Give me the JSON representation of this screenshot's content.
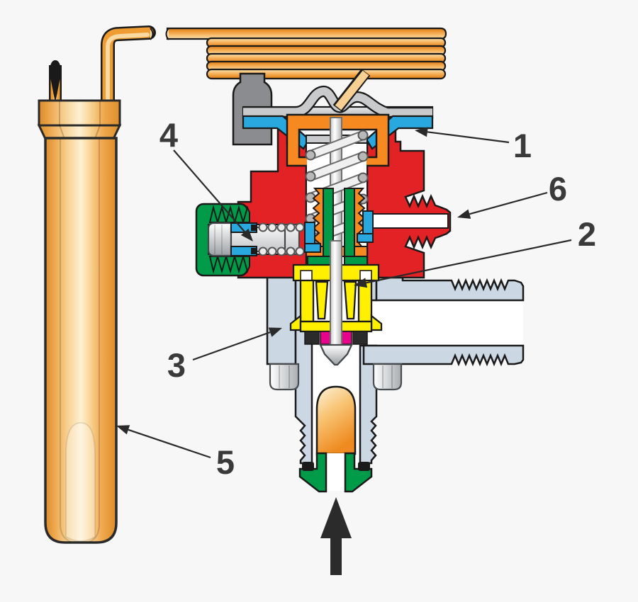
{
  "figure": {
    "kind": "cutaway-technical-illustration",
    "subject": "thermostatic-expansion-valve-cross-section"
  },
  "callouts": [
    {
      "number": "1",
      "target": "diaphragm-chamber-seal"
    },
    {
      "number": "2",
      "target": "valve-cage-orifice"
    },
    {
      "number": "3",
      "target": "lower-valve-body"
    },
    {
      "number": "4",
      "target": "adjustment-screw-and-spring"
    },
    {
      "number": "5",
      "target": "sensing-bulb"
    },
    {
      "number": "6",
      "target": "external-equalizer-port"
    }
  ],
  "flow_arrow": {
    "direction": "up"
  },
  "colors": {
    "background": "#f7f7f8",
    "red_body": "#e32226",
    "orange_parts": "#f6891f",
    "blue_seals": "#29a8e0",
    "green_parts": "#009b48",
    "yellow_cage": "#fff000",
    "magenta_seals": "#e8038c",
    "lower_body_blue": "#cbd8e4",
    "bracket_gray": "#8a8c8f",
    "copper_light": "#fdefd2",
    "copper_dark": "#de8d28",
    "outline": "#1a1a1a",
    "label_text": "#3a3a3a"
  }
}
